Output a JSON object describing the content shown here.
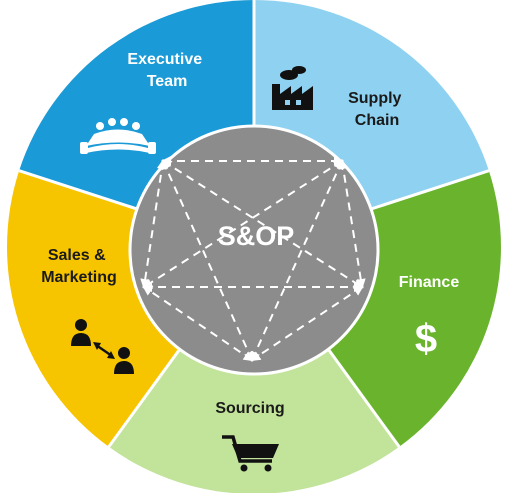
{
  "center": {
    "label": "S&OP",
    "color": "#8c8c8c",
    "text_color": "#ffffff"
  },
  "segments": [
    {
      "id": "executive-team",
      "label_lines": [
        "Executive",
        "Team"
      ],
      "color": "#1a9ad6",
      "text_color": "#ffffff",
      "icon": "meeting-table-icon"
    },
    {
      "id": "supply-chain",
      "label_lines": [
        "Supply",
        "Chain"
      ],
      "color": "#8fd1f0",
      "text_color": "#1a1a1a",
      "icon": "factory-icon"
    },
    {
      "id": "finance",
      "label_lines": [
        "Finance"
      ],
      "color": "#6ab42d",
      "text_color": "#ffffff",
      "icon": "dollar-icon",
      "icon_text": "$"
    },
    {
      "id": "sourcing",
      "label_lines": [
        "Sourcing"
      ],
      "color": "#c2e39a",
      "text_color": "#1a1a1a",
      "icon": "shopping-cart-icon"
    },
    {
      "id": "sales-marketing",
      "label_lines": [
        "Sales &",
        "Marketing"
      ],
      "color": "#f7c400",
      "text_color": "#1a1a1a",
      "icon": "people-exchange-icon"
    }
  ]
}
